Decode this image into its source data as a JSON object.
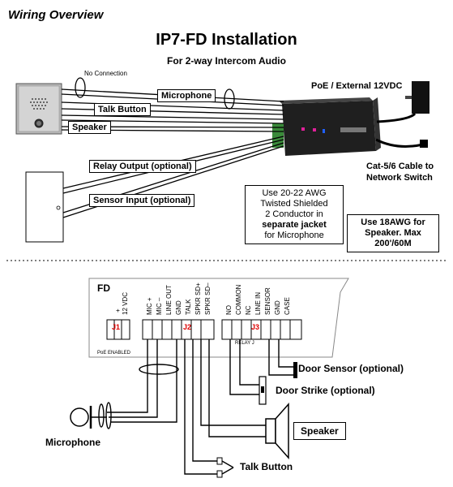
{
  "header": {
    "section_title": "Wiring Overview",
    "main_title": "IP7-FD Installation",
    "subtitle": "For 2-way Intercom Audio"
  },
  "top_diagram": {
    "no_connection": "No Connection",
    "microphone": "Microphone",
    "talk_button": "Talk Button",
    "speaker": "Speaker",
    "relay_output": "Relay Output (optional)",
    "sensor_input": "Sensor Input (optional)",
    "power": "PoE / External  12VDC",
    "cat_cable": "Cat-5/6 Cable to",
    "network_switch": "Network Switch",
    "note_shielded": {
      "line1": "Use 20-22 AWG",
      "line2": "Twisted Shielded",
      "line3": "2 Conductor  in",
      "line4": "separate jacket",
      "line5": "for Microphone"
    },
    "note_speaker": {
      "line1": "Use 18AWG  for",
      "line2": "Speaker. Max",
      "line3": "200'/60M"
    }
  },
  "board": {
    "title": "FD",
    "pins": [
      "12 VDC",
      "MIC +",
      "MIC –",
      "LINE OUT",
      "GND",
      "TALK",
      "SPKR SD+",
      "SPKR SD–",
      "NO",
      "COMMON",
      "NC",
      "LINE IN",
      "SENSOR",
      "GND",
      "CASE"
    ],
    "pin_plus": "+",
    "pin_minus": "–",
    "j1": "J1",
    "j2": "J2",
    "j3": "J3",
    "poe_enabled": "PoE ENABLED",
    "relay": "RELAY J"
  },
  "bottom_diagram": {
    "door_sensor": "Door Sensor (optional)",
    "door_strike": "Door Strike (optional)",
    "speaker": "Speaker",
    "microphone": "Microphone",
    "talk_button": "Talk Button"
  }
}
